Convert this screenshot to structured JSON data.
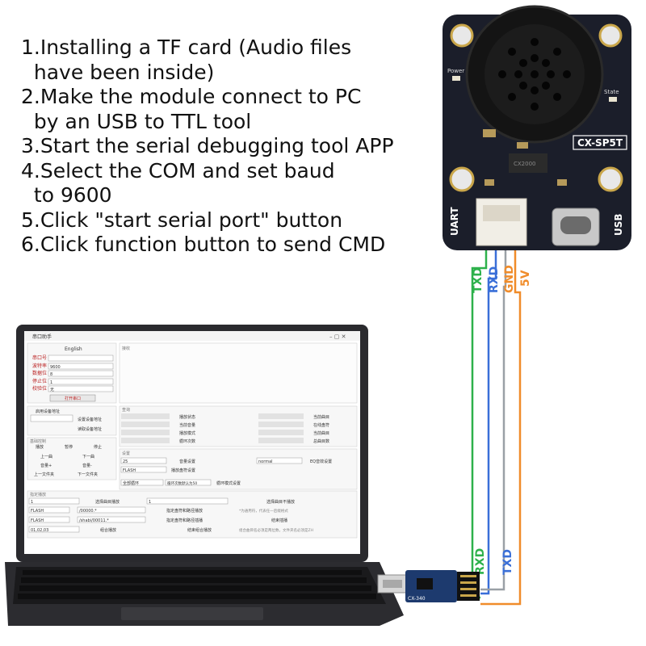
{
  "instructions": [
    "1.Installing a TF card (Audio files",
    "  have been inside)",
    "2.Make the module connect to PC",
    "  by an USB to TTL tool",
    "3.Start the serial debugging tool APP",
    "4.Select the COM and set baud",
    "  to 9600",
    "5.Click \"start serial port\" button",
    "6.Click function button to send CMD"
  ],
  "module": {
    "model": "CX-SP5T",
    "power_label": "Power",
    "state_label": "State",
    "uart_label": "UART",
    "usb_label": "USB",
    "chip_text": "CX2000"
  },
  "wires": {
    "module_side": [
      "TXD",
      "RXD",
      "GND",
      "5V"
    ],
    "adapter_side": [
      "RXD",
      "TXD"
    ],
    "colors": {
      "txd": "#2db14b",
      "rxd": "#3a6fd8",
      "gnd": "#9aa0a6",
      "5v": "#f08c2a"
    }
  },
  "adapter": {
    "label": "CX-340"
  },
  "laptop_app": {
    "title": "串口助手",
    "language": "English",
    "serial_fields": [
      {
        "label": "串口号",
        "value": ""
      },
      {
        "label": "波特率",
        "value": "9600"
      },
      {
        "label": "数据位",
        "value": "8"
      },
      {
        "label": "停止位",
        "value": "1"
      },
      {
        "label": "校验位",
        "value": "无"
      }
    ],
    "open_port_button": "打开串口",
    "receive_label": "接收",
    "device_address_label": "启用设备地址",
    "set_address_button": "设置设备地址",
    "read_address_button": "读取设备地址",
    "playback_group": "基础控制",
    "playback_buttons": [
      "播放",
      "暂停",
      "停止",
      "上一曲",
      "下一曲",
      "音量+",
      "音量-",
      "上一文件夹",
      "下一文件夹"
    ],
    "query_group": "查询",
    "query_buttons": [
      "播放状态",
      "当前音量",
      "播放模式",
      "循环次数",
      "当前曲目",
      "在线盘符",
      "当前曲目",
      "总曲目数"
    ],
    "settings_group": "设置",
    "settings_values": [
      "25",
      "FLASH",
      "全部循环",
      "normal"
    ],
    "settings_buttons": [
      "音量设置",
      "播放盘符设置",
      "循环次数默认为50",
      "循环模式设置",
      "EQ音效设置"
    ],
    "specified_group": "指定播放",
    "specified_buttons": [
      "选择曲目播放",
      "选择曲目不播放",
      "指定盘符和路径播放",
      "指定盘符和路径插播",
      "结束插播",
      "组合播放",
      "结束组合播放"
    ],
    "specified_values": [
      "1",
      "1",
      "FLASH",
      "FLASH",
      "/00000.*",
      "/shabi/00011.*",
      "01,02,03"
    ],
    "notes": [
      "*为通用符，代表任一后缀格式",
      "组合曲目名必须是两位数，文件夹名必须是ZH"
    ]
  }
}
